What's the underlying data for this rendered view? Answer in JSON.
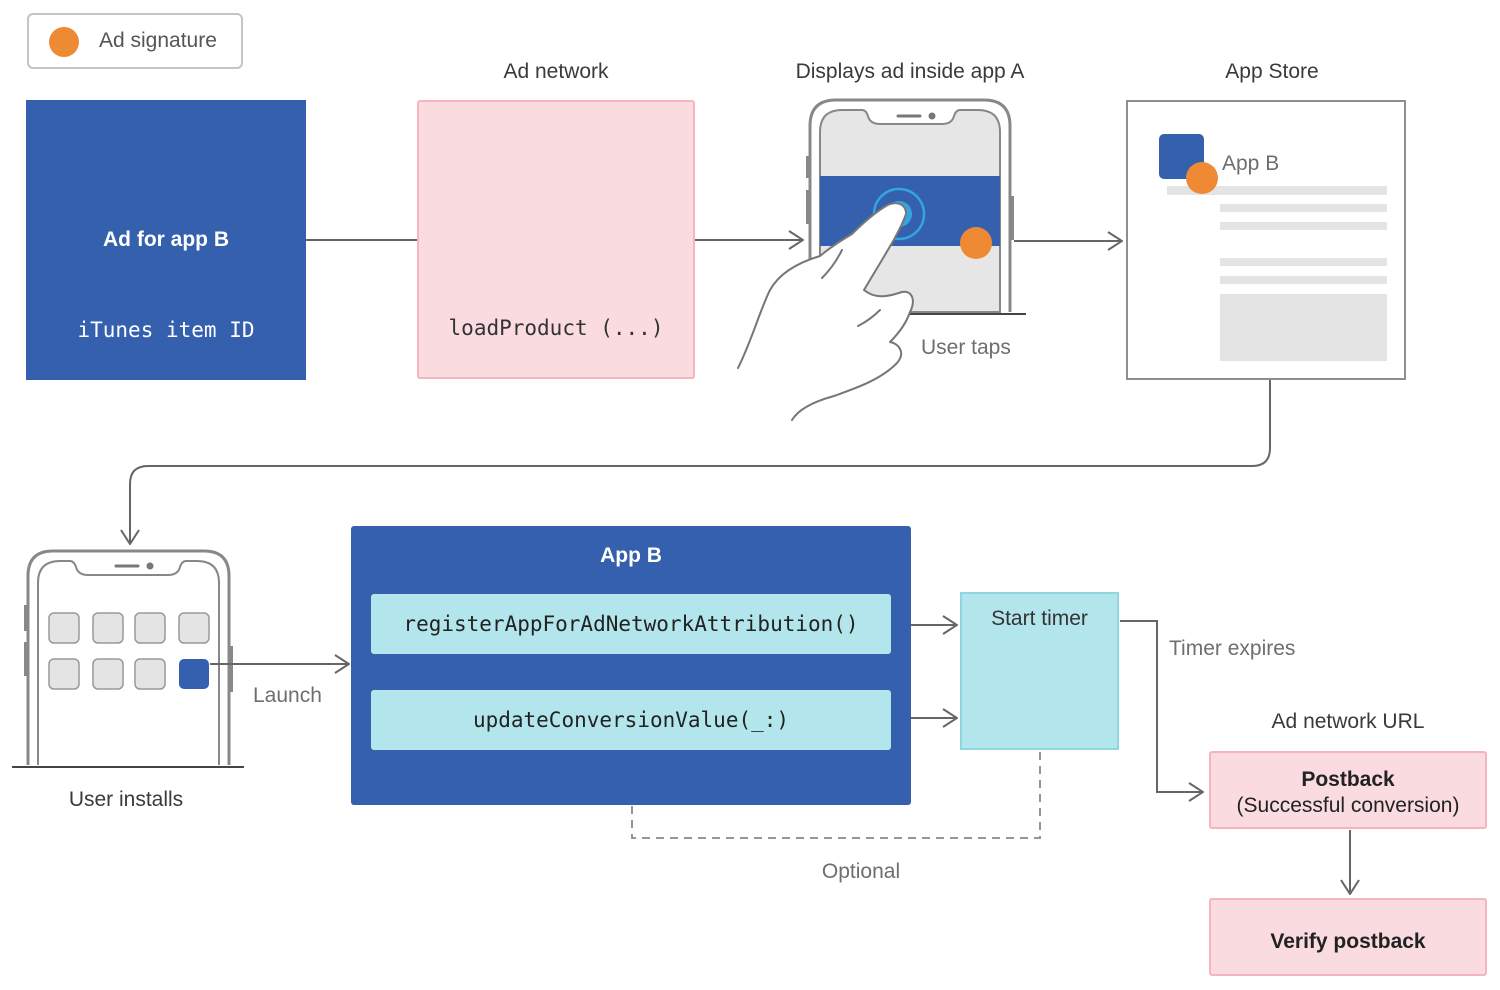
{
  "legend": {
    "label": "Ad signature"
  },
  "ad_box": {
    "title": "Ad for app B",
    "item_id": "iTunes item ID"
  },
  "ad_network": {
    "heading": "Ad network",
    "code": "loadProduct (...)"
  },
  "display": {
    "heading": "Displays ad inside app A",
    "caption": "User taps"
  },
  "app_store": {
    "heading": "App Store",
    "app_name": "App B"
  },
  "install": {
    "caption": "User installs",
    "launch_label": "Launch"
  },
  "app_b": {
    "title": "App B",
    "register_call": "registerAppForAdNetworkAttribution()",
    "update_call": "updateConversionValue(_:)"
  },
  "timer": {
    "label": "Start timer",
    "expires_label": "Timer expires",
    "optional_label": "Optional"
  },
  "postback": {
    "heading": "Ad network URL",
    "title": "Postback",
    "subtitle": "(Successful conversion)"
  },
  "verify": {
    "label": "Verify postback"
  },
  "colors": {
    "blue": "#3560ae",
    "pink": "#fadbe0",
    "pink_border": "#f5b4c0",
    "cyan": "#b3e6ec",
    "orange": "#ee8a33",
    "line": "#666666"
  }
}
